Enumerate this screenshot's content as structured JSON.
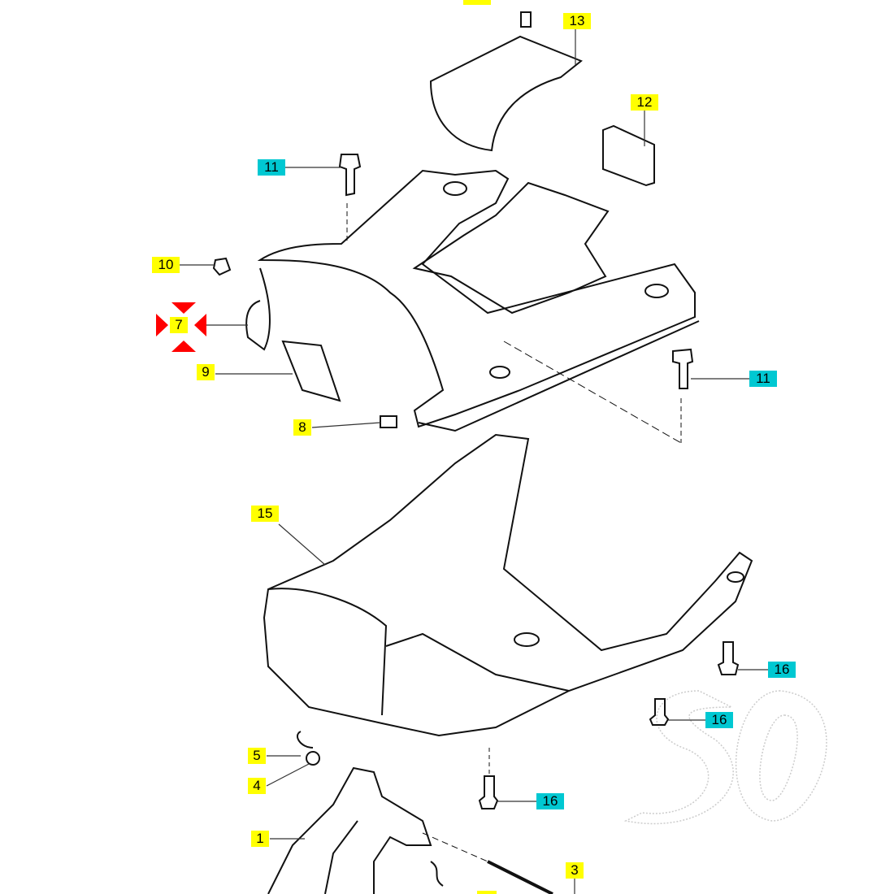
{
  "diagram": {
    "callouts": [
      {
        "id": "top-partial",
        "text": "",
        "color": "yellow"
      },
      {
        "id": "13",
        "text": "13",
        "color": "yellow"
      },
      {
        "id": "12",
        "text": "12",
        "color": "yellow"
      },
      {
        "id": "11a",
        "text": "11",
        "color": "cyan"
      },
      {
        "id": "10",
        "text": "10",
        "color": "yellow"
      },
      {
        "id": "7",
        "text": "7",
        "color": "yellow",
        "selected": true
      },
      {
        "id": "9",
        "text": "9",
        "color": "yellow"
      },
      {
        "id": "8",
        "text": "8",
        "color": "yellow"
      },
      {
        "id": "11b",
        "text": "11",
        "color": "cyan"
      },
      {
        "id": "15",
        "text": "15",
        "color": "yellow"
      },
      {
        "id": "16a",
        "text": "16",
        "color": "cyan"
      },
      {
        "id": "16b",
        "text": "16",
        "color": "cyan"
      },
      {
        "id": "5",
        "text": "5",
        "color": "yellow"
      },
      {
        "id": "4",
        "text": "4",
        "color": "yellow"
      },
      {
        "id": "16c",
        "text": "16",
        "color": "cyan"
      },
      {
        "id": "1",
        "text": "1",
        "color": "yellow"
      },
      {
        "id": "3",
        "text": "3",
        "color": "yellow"
      },
      {
        "id": "bottom-partial",
        "text": "",
        "color": "yellow"
      }
    ],
    "colors": {
      "yellow": "#ffff00",
      "cyan": "#00c8d2",
      "selection": "#ff0000"
    }
  }
}
